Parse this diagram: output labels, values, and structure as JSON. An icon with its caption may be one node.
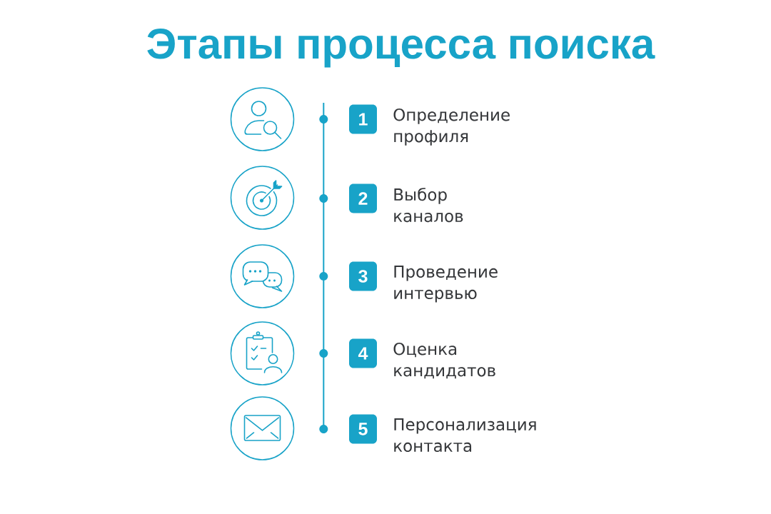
{
  "diagram": {
    "title": "Этапы процесса поиска",
    "nodes": [
      {
        "text": [
          "1"
        ],
        "beside": [
          "Определение профиля"
        ]
      },
      {
        "text": [
          "2"
        ],
        "beside": [
          "Выбор каналов"
        ]
      },
      {
        "text": [
          "3"
        ],
        "beside": [
          "Проведение интервью"
        ]
      },
      {
        "text": [
          "4"
        ],
        "beside": [
          "Оценка кандидатов"
        ]
      },
      {
        "text": [
          "5"
        ],
        "beside": [
          "Персонализация контакта"
        ]
      }
    ]
  }
}
